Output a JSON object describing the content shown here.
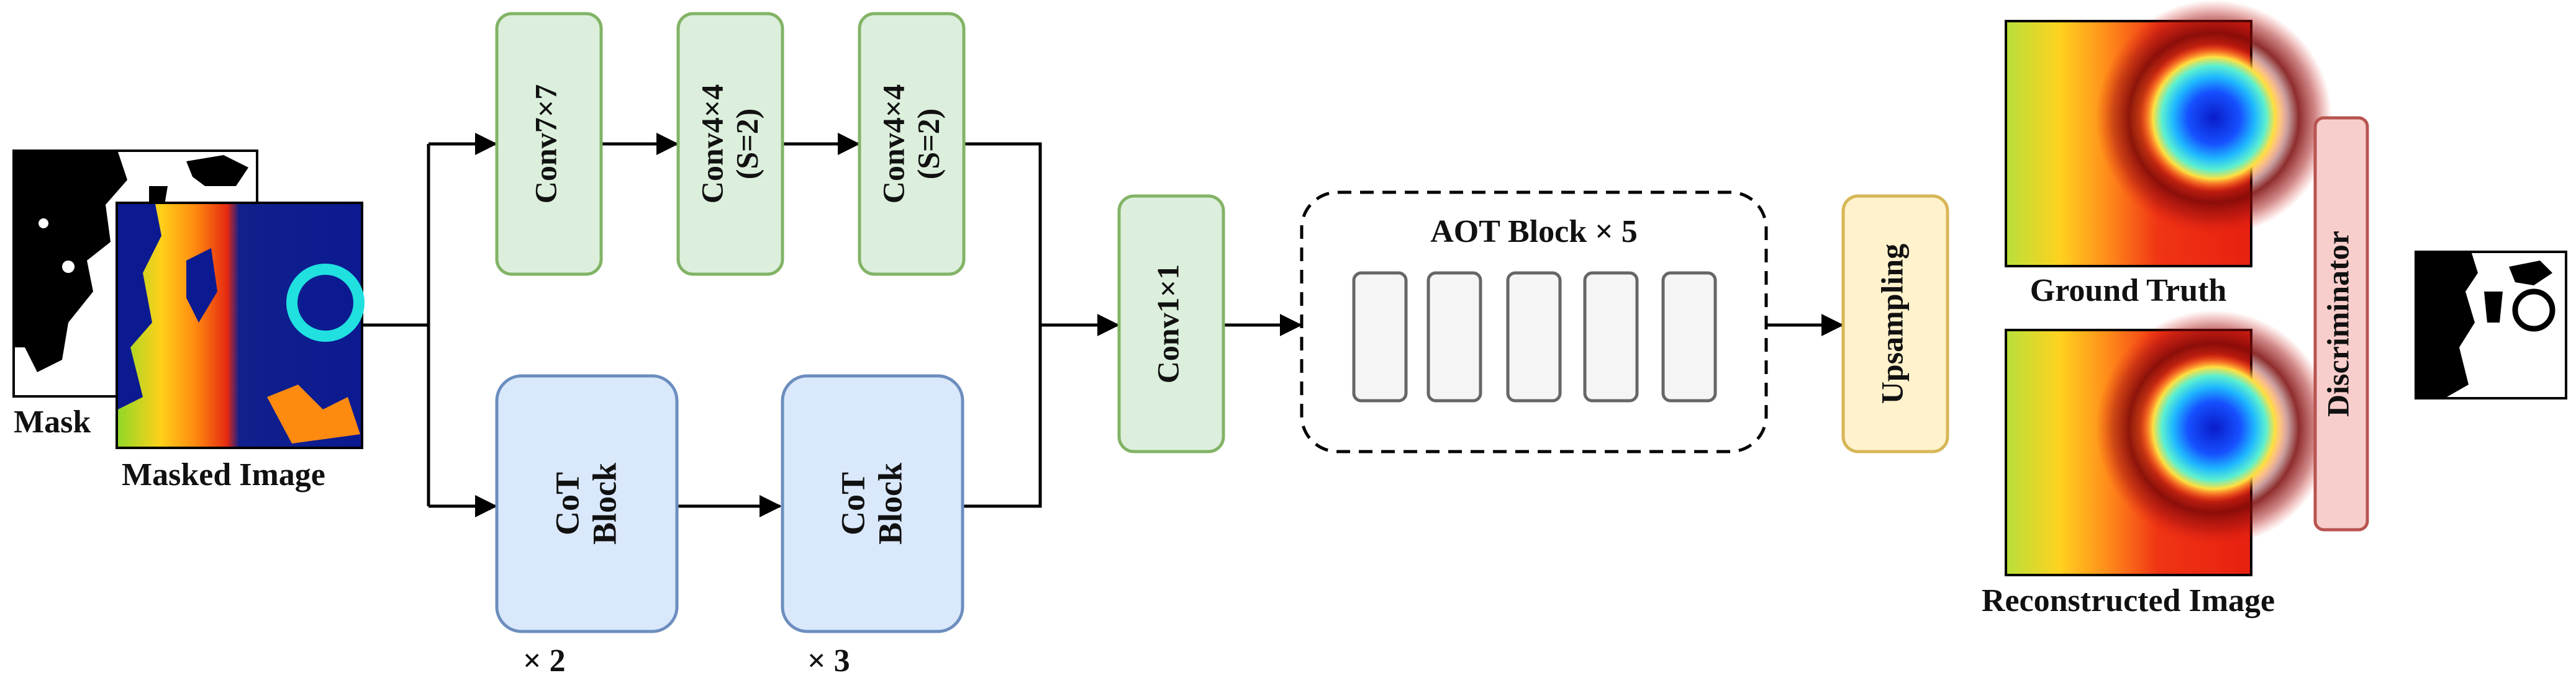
{
  "inputs": {
    "mask_label": "Mask",
    "masked_image_label": "Masked Image"
  },
  "encoder": {
    "conv7": "Conv7×7",
    "conv4a_line1": "Conv4×4",
    "conv4a_line2": "(S=2)",
    "conv4b_line1": "Conv4×4",
    "conv4b_line2": "(S=2)"
  },
  "cot": {
    "block1_line1": "CoT",
    "block1_line2": "Block",
    "block1_repeat": "× 2",
    "block2_line1": "CoT",
    "block2_line2": "Block",
    "block2_repeat": "× 3"
  },
  "fusion": {
    "conv1": "Conv1×1"
  },
  "aot": {
    "title": "AOT Block × 5",
    "inner_blocks": 5
  },
  "decoder": {
    "upsampling": "Upsampling"
  },
  "outputs": {
    "ground_truth_label": "Ground Truth",
    "reconstructed_label": "Reconstructed Image"
  },
  "discriminator": {
    "label": "Discriminator"
  },
  "colors": {
    "green_fill": "#dcefdc",
    "green_stroke": "#82b366",
    "blue_fill": "#dae8fc",
    "blue_stroke": "#6c8ebf",
    "yellow_fill": "#fff2cc",
    "yellow_stroke": "#d6b656",
    "red_fill": "#f8cecc",
    "red_stroke": "#b85450",
    "gray_fill": "#f5f5f5",
    "gray_stroke": "#666666"
  }
}
